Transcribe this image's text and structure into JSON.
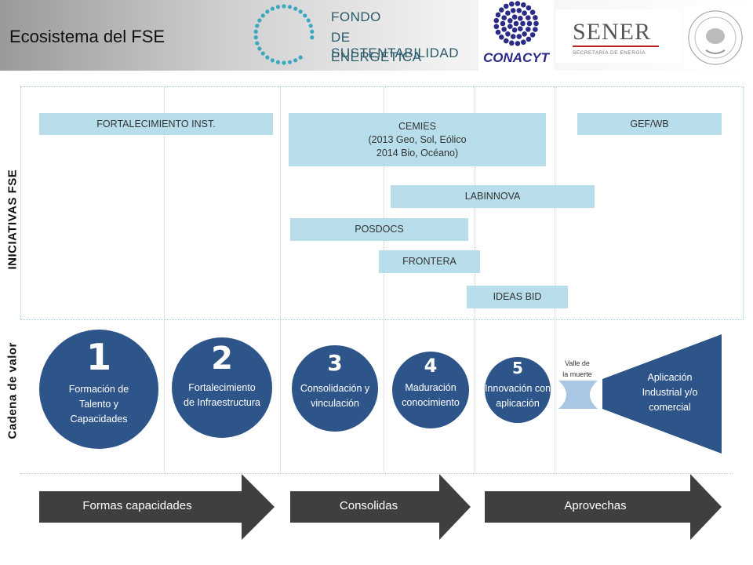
{
  "header": {
    "title": "Ecosistema del FSE",
    "fondo_logo": [
      "FONDO",
      "DE SUSTENTABILIDAD",
      "ENERGÉTICA"
    ],
    "conacyt_logo": "CONACYT",
    "sener_logo": "SENER",
    "sener_subtitle": "SECRETARÍA DE ENERGÍA",
    "seal_icon": "mexico-coat-of-arms-icon"
  },
  "side_labels": {
    "iniciativas": "INICIATIVAS FSE",
    "cadena": "Cadena de valor"
  },
  "initiatives": {
    "fortalecimiento": "FORTALECIMIENTO INST.",
    "cemies_line1": "CEMIES",
    "cemies_line2": "(2013 Geo, Sol, Eólico",
    "cemies_line3": "2014 Bio, Océano)",
    "gef": "GEF/WB",
    "labinnova": "LABINNOVA",
    "posdocs": "POSDOCS",
    "frontera": "FRONTERA",
    "ideas": "IDEAS BID"
  },
  "stages": [
    {
      "number": "1",
      "line1": "Formación de",
      "line2": "Talento y",
      "line3": "Capacidades"
    },
    {
      "number": "2",
      "line1": "Fortalecimiento",
      "line2": "de Infraestructura"
    },
    {
      "number": "3",
      "line1": "Consolidación y",
      "line2": "vinculación"
    },
    {
      "number": "4",
      "line1": "Maduración",
      "line2": "conocimiento"
    },
    {
      "number": "5",
      "line1": "Innovación con",
      "line2": "aplicación"
    }
  ],
  "valley": {
    "line1": "Valle de",
    "line2": "la muerte"
  },
  "industrial": {
    "line1": "Aplicación",
    "line2": "Industrial y/o",
    "line3": "comercial"
  },
  "arrows": [
    "Formas capacidades",
    "Consolidas",
    "Aprovechas"
  ],
  "colors": {
    "stage_blue": "#2e5589",
    "initiative_fill": "#b7deea",
    "arrow_dark": "#3f3f3f",
    "fondo_teal": "#3aa8bf"
  }
}
